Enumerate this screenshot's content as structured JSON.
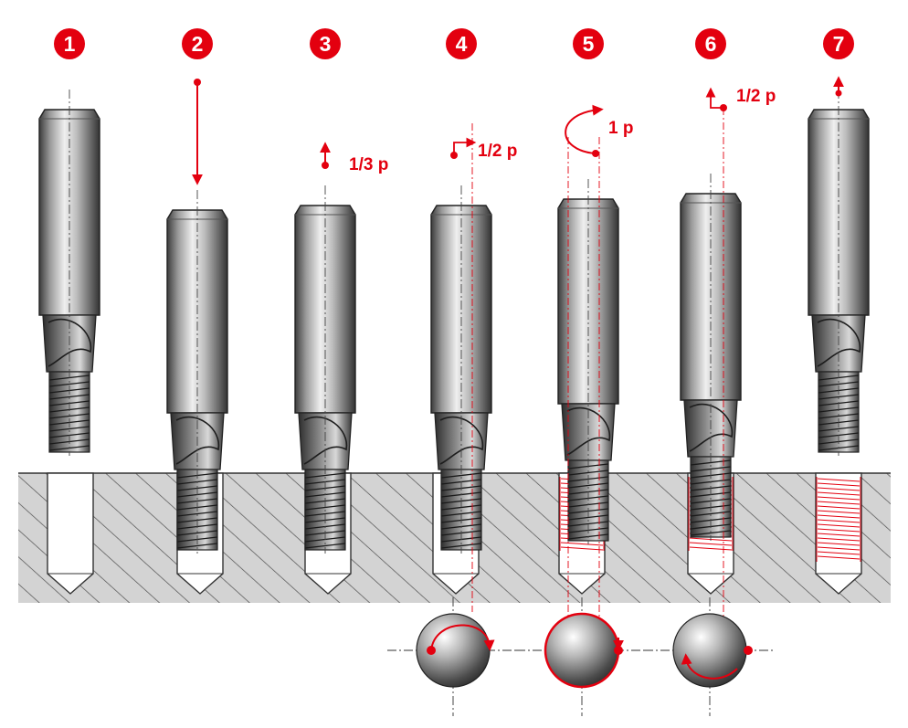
{
  "colors": {
    "accent": "#e3000f",
    "material": "#d0d0d0",
    "hatch": "#555555",
    "tool_dark": "#4a4a4a",
    "tool_light": "#e6e6e6"
  },
  "steps": [
    {
      "number": "1",
      "motion": "",
      "icon": "none"
    },
    {
      "number": "2",
      "motion": "",
      "icon": "arrow-down-icon"
    },
    {
      "number": "3",
      "motion": "1/3 p",
      "icon": "arrow-up-icon"
    },
    {
      "number": "4",
      "motion": "1/2 p",
      "icon": "shift-right-icon"
    },
    {
      "number": "5",
      "motion": "1 p",
      "icon": "circular-arrow-icon"
    },
    {
      "number": "6",
      "motion": "1/2 p",
      "icon": "shift-back-icon"
    },
    {
      "number": "7",
      "motion": "",
      "icon": "arrow-up-icon"
    }
  ]
}
